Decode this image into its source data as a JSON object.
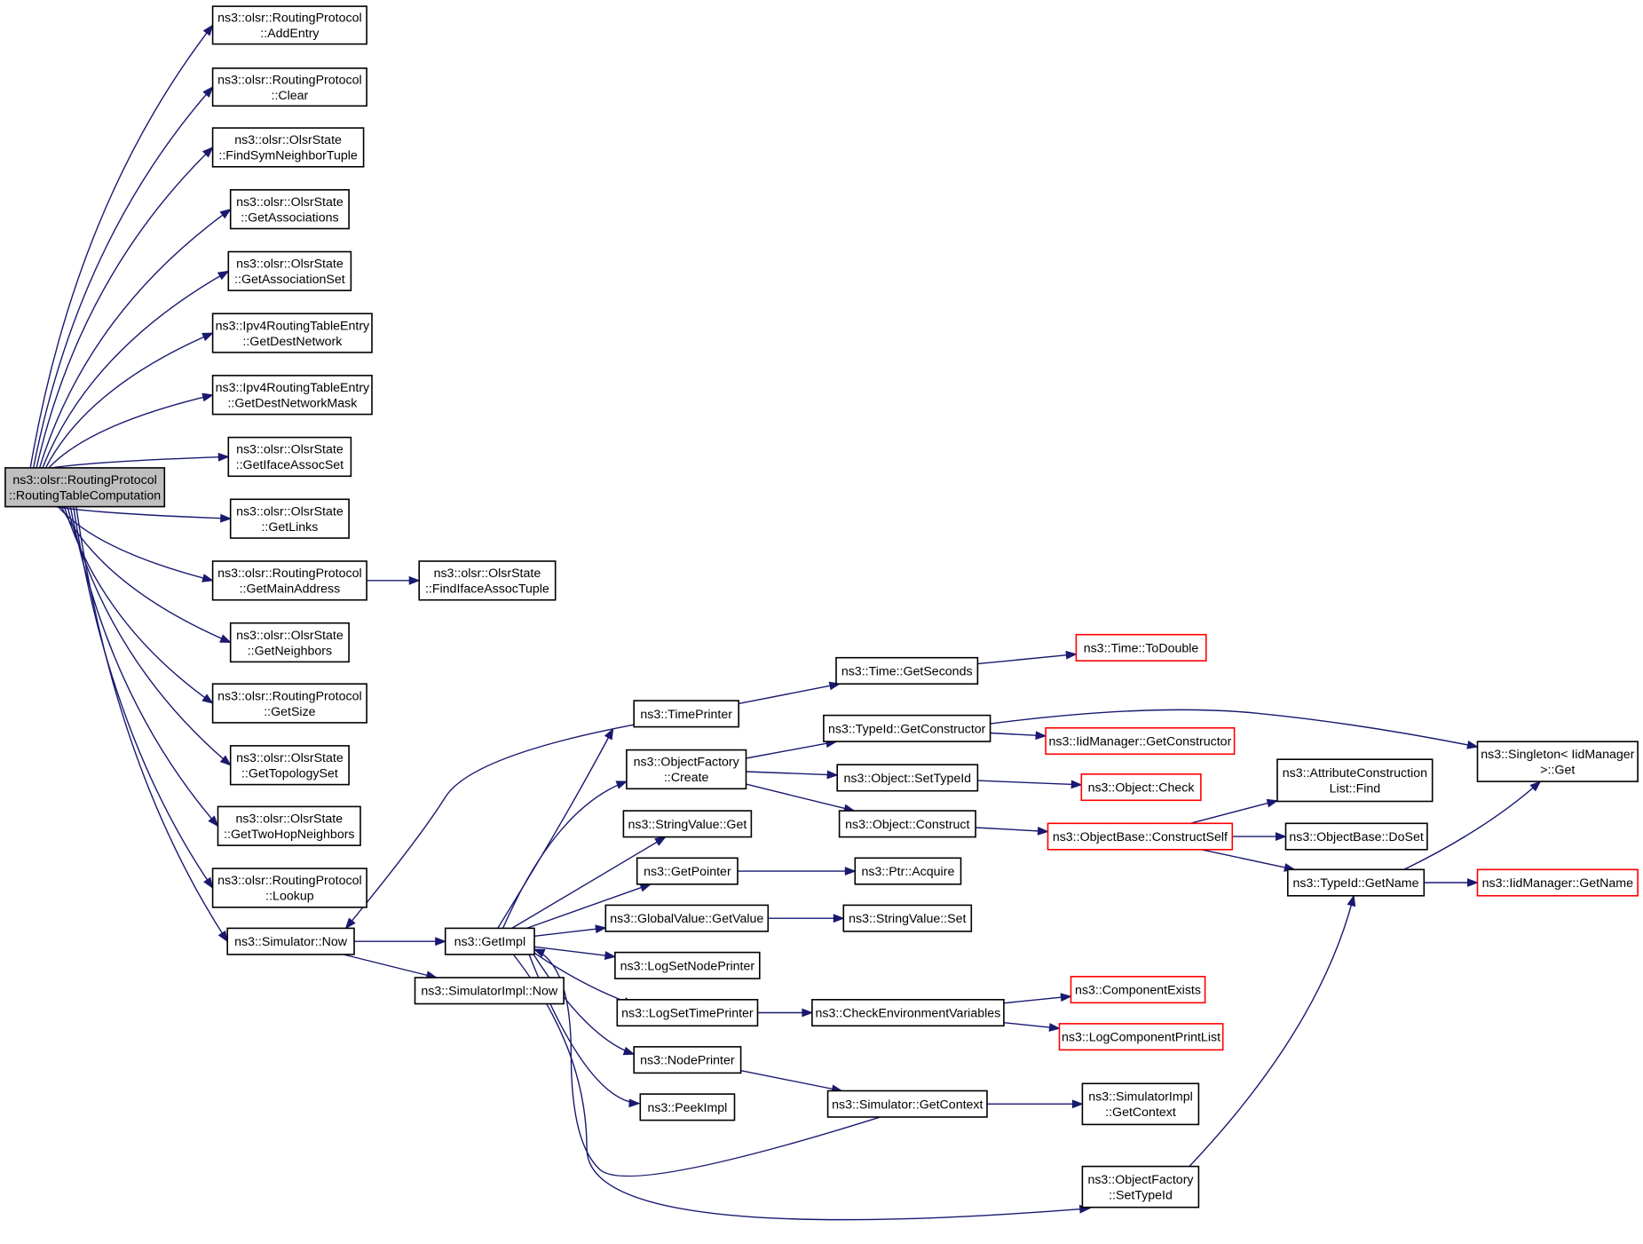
{
  "colors": {
    "edge": "#191970",
    "node_border": "#000000",
    "node_border_truncated": "#ff0000",
    "node_fill": "#ffffff",
    "root_fill": "#bfbfbf"
  },
  "nodes": [
    {
      "id": "root",
      "lines": [
        "ns3::olsr::RoutingProtocol",
        "::RoutingTableComputation"
      ],
      "style": "root"
    },
    {
      "id": "addEntry",
      "lines": [
        "ns3::olsr::RoutingProtocol",
        "::AddEntry"
      ],
      "style": "normal"
    },
    {
      "id": "clear",
      "lines": [
        "ns3::olsr::RoutingProtocol",
        "::Clear"
      ],
      "style": "normal"
    },
    {
      "id": "findSym",
      "lines": [
        "ns3::olsr::OlsrState",
        "::FindSymNeighborTuple"
      ],
      "style": "normal"
    },
    {
      "id": "getAssociations",
      "lines": [
        "ns3::olsr::OlsrState",
        "::GetAssociations"
      ],
      "style": "normal"
    },
    {
      "id": "getAssociationSet",
      "lines": [
        "ns3::olsr::OlsrState",
        "::GetAssociationSet"
      ],
      "style": "normal"
    },
    {
      "id": "getDestNetwork",
      "lines": [
        "ns3::Ipv4RoutingTableEntry",
        "::GetDestNetwork"
      ],
      "style": "normal"
    },
    {
      "id": "getDestNetworkMask",
      "lines": [
        "ns3::Ipv4RoutingTableEntry",
        "::GetDestNetworkMask"
      ],
      "style": "normal"
    },
    {
      "id": "getIfaceAssocSet",
      "lines": [
        "ns3::olsr::OlsrState",
        "::GetIfaceAssocSet"
      ],
      "style": "normal"
    },
    {
      "id": "getLinks",
      "lines": [
        "ns3::olsr::OlsrState",
        "::GetLinks"
      ],
      "style": "normal"
    },
    {
      "id": "getMainAddress",
      "lines": [
        "ns3::olsr::RoutingProtocol",
        "::GetMainAddress"
      ],
      "style": "normal"
    },
    {
      "id": "findIfaceAssoc",
      "lines": [
        "ns3::olsr::OlsrState",
        "::FindIfaceAssocTuple"
      ],
      "style": "normal"
    },
    {
      "id": "getNeighbors",
      "lines": [
        "ns3::olsr::OlsrState",
        "::GetNeighbors"
      ],
      "style": "normal"
    },
    {
      "id": "getSize",
      "lines": [
        "ns3::olsr::RoutingProtocol",
        "::GetSize"
      ],
      "style": "normal"
    },
    {
      "id": "getTopologySet",
      "lines": [
        "ns3::olsr::OlsrState",
        "::GetTopologySet"
      ],
      "style": "normal"
    },
    {
      "id": "getTwoHop",
      "lines": [
        "ns3::olsr::OlsrState",
        "::GetTwoHopNeighbors"
      ],
      "style": "normal"
    },
    {
      "id": "lookup",
      "lines": [
        "ns3::olsr::RoutingProtocol",
        "::Lookup"
      ],
      "style": "normal"
    },
    {
      "id": "simNow",
      "lines": [
        "ns3::Simulator::Now"
      ],
      "style": "normal"
    },
    {
      "id": "getImpl",
      "lines": [
        "ns3::GetImpl"
      ],
      "style": "normal"
    },
    {
      "id": "simImplNow",
      "lines": [
        "ns3::SimulatorImpl::Now"
      ],
      "style": "normal"
    },
    {
      "id": "timePrinter",
      "lines": [
        "ns3::TimePrinter"
      ],
      "style": "normal"
    },
    {
      "id": "ofCreate",
      "lines": [
        "ns3::ObjectFactory",
        "::Create"
      ],
      "style": "normal"
    },
    {
      "id": "svGet",
      "lines": [
        "ns3::StringValue::Get"
      ],
      "style": "normal"
    },
    {
      "id": "getPointer",
      "lines": [
        "ns3::GetPointer"
      ],
      "style": "normal"
    },
    {
      "id": "gvGetValue",
      "lines": [
        "ns3::GlobalValue::GetValue"
      ],
      "style": "normal"
    },
    {
      "id": "logSetNode",
      "lines": [
        "ns3::LogSetNodePrinter"
      ],
      "style": "normal"
    },
    {
      "id": "logSetTime",
      "lines": [
        "ns3::LogSetTimePrinter"
      ],
      "style": "normal"
    },
    {
      "id": "nodePrinter",
      "lines": [
        "ns3::NodePrinter"
      ],
      "style": "normal"
    },
    {
      "id": "peekImpl",
      "lines": [
        "ns3::PeekImpl"
      ],
      "style": "normal"
    },
    {
      "id": "timeGetSeconds",
      "lines": [
        "ns3::Time::GetSeconds"
      ],
      "style": "normal"
    },
    {
      "id": "timeToDouble",
      "lines": [
        "ns3::Time::ToDouble"
      ],
      "style": "truncated"
    },
    {
      "id": "tidGetCtor",
      "lines": [
        "ns3::TypeId::GetConstructor"
      ],
      "style": "normal"
    },
    {
      "id": "iidGetCtor",
      "lines": [
        "ns3::IidManager::GetConstructor"
      ],
      "style": "truncated"
    },
    {
      "id": "objSetTypeId",
      "lines": [
        "ns3::Object::SetTypeId"
      ],
      "style": "normal"
    },
    {
      "id": "objCheck",
      "lines": [
        "ns3::Object::Check"
      ],
      "style": "truncated"
    },
    {
      "id": "objConstruct",
      "lines": [
        "ns3::Object::Construct"
      ],
      "style": "normal"
    },
    {
      "id": "obConstructSelf",
      "lines": [
        "ns3::ObjectBase::ConstructSelf"
      ],
      "style": "truncated"
    },
    {
      "id": "ptrAcquire",
      "lines": [
        "ns3::Ptr::Acquire"
      ],
      "style": "normal"
    },
    {
      "id": "svSet",
      "lines": [
        "ns3::StringValue::Set"
      ],
      "style": "normal"
    },
    {
      "id": "checkEnv",
      "lines": [
        "ns3::CheckEnvironmentVariables"
      ],
      "style": "normal"
    },
    {
      "id": "compExists",
      "lines": [
        "ns3::ComponentExists"
      ],
      "style": "truncated"
    },
    {
      "id": "logCompPrint",
      "lines": [
        "ns3::LogComponentPrintList"
      ],
      "style": "truncated"
    },
    {
      "id": "simGetContext",
      "lines": [
        "ns3::Simulator::GetContext"
      ],
      "style": "normal"
    },
    {
      "id": "simImplGetContext",
      "lines": [
        "ns3::SimulatorImpl",
        "::GetContext"
      ],
      "style": "normal"
    },
    {
      "id": "ofSetTypeId",
      "lines": [
        "ns3::ObjectFactory",
        "::SetTypeId"
      ],
      "style": "normal"
    },
    {
      "id": "acFind",
      "lines": [
        "ns3::AttributeConstruction",
        "List::Find"
      ],
      "style": "normal"
    },
    {
      "id": "obDoSet",
      "lines": [
        "ns3::ObjectBase::DoSet"
      ],
      "style": "normal"
    },
    {
      "id": "tidGetName",
      "lines": [
        "ns3::TypeId::GetName"
      ],
      "style": "normal"
    },
    {
      "id": "singletonGet",
      "lines": [
        "ns3::Singleton< IidManager",
        ">::Get"
      ],
      "style": "normal"
    },
    {
      "id": "iidGetName",
      "lines": [
        "ns3::IidManager::GetName"
      ],
      "style": "truncated"
    }
  ],
  "edges": [
    [
      "root",
      "addEntry"
    ],
    [
      "root",
      "clear"
    ],
    [
      "root",
      "findSym"
    ],
    [
      "root",
      "getAssociations"
    ],
    [
      "root",
      "getAssociationSet"
    ],
    [
      "root",
      "getDestNetwork"
    ],
    [
      "root",
      "getDestNetworkMask"
    ],
    [
      "root",
      "getIfaceAssocSet"
    ],
    [
      "root",
      "getLinks"
    ],
    [
      "root",
      "getMainAddress"
    ],
    [
      "root",
      "getNeighbors"
    ],
    [
      "root",
      "getSize"
    ],
    [
      "root",
      "getTopologySet"
    ],
    [
      "root",
      "getTwoHop"
    ],
    [
      "root",
      "lookup"
    ],
    [
      "root",
      "simNow"
    ],
    [
      "getMainAddress",
      "findIfaceAssoc"
    ],
    [
      "simNow",
      "getImpl"
    ],
    [
      "simNow",
      "simImplNow"
    ],
    [
      "timePrinter",
      "simNow"
    ],
    [
      "timePrinter",
      "timeGetSeconds"
    ],
    [
      "getImpl",
      "timePrinter"
    ],
    [
      "getImpl",
      "ofCreate"
    ],
    [
      "getImpl",
      "svGet"
    ],
    [
      "getImpl",
      "getPointer"
    ],
    [
      "getImpl",
      "gvGetValue"
    ],
    [
      "getImpl",
      "logSetNode"
    ],
    [
      "getImpl",
      "logSetTime"
    ],
    [
      "getImpl",
      "nodePrinter"
    ],
    [
      "getImpl",
      "peekImpl"
    ],
    [
      "getImpl",
      "ofSetTypeId"
    ],
    [
      "simGetContext",
      "getImpl"
    ],
    [
      "timeGetSeconds",
      "timeToDouble"
    ],
    [
      "ofCreate",
      "tidGetCtor"
    ],
    [
      "ofCreate",
      "objSetTypeId"
    ],
    [
      "ofCreate",
      "objConstruct"
    ],
    [
      "tidGetCtor",
      "iidGetCtor"
    ],
    [
      "tidGetCtor",
      "singletonGet"
    ],
    [
      "objSetTypeId",
      "objCheck"
    ],
    [
      "objConstruct",
      "obConstructSelf"
    ],
    [
      "obConstructSelf",
      "acFind"
    ],
    [
      "obConstructSelf",
      "obDoSet"
    ],
    [
      "obConstructSelf",
      "tidGetName"
    ],
    [
      "tidGetName",
      "singletonGet"
    ],
    [
      "tidGetName",
      "iidGetName"
    ],
    [
      "getPointer",
      "ptrAcquire"
    ],
    [
      "gvGetValue",
      "svSet"
    ],
    [
      "logSetTime",
      "checkEnv"
    ],
    [
      "checkEnv",
      "compExists"
    ],
    [
      "checkEnv",
      "logCompPrint"
    ],
    [
      "nodePrinter",
      "simGetContext"
    ],
    [
      "simGetContext",
      "simImplGetContext"
    ],
    [
      "ofSetTypeId",
      "tidGetName"
    ]
  ]
}
